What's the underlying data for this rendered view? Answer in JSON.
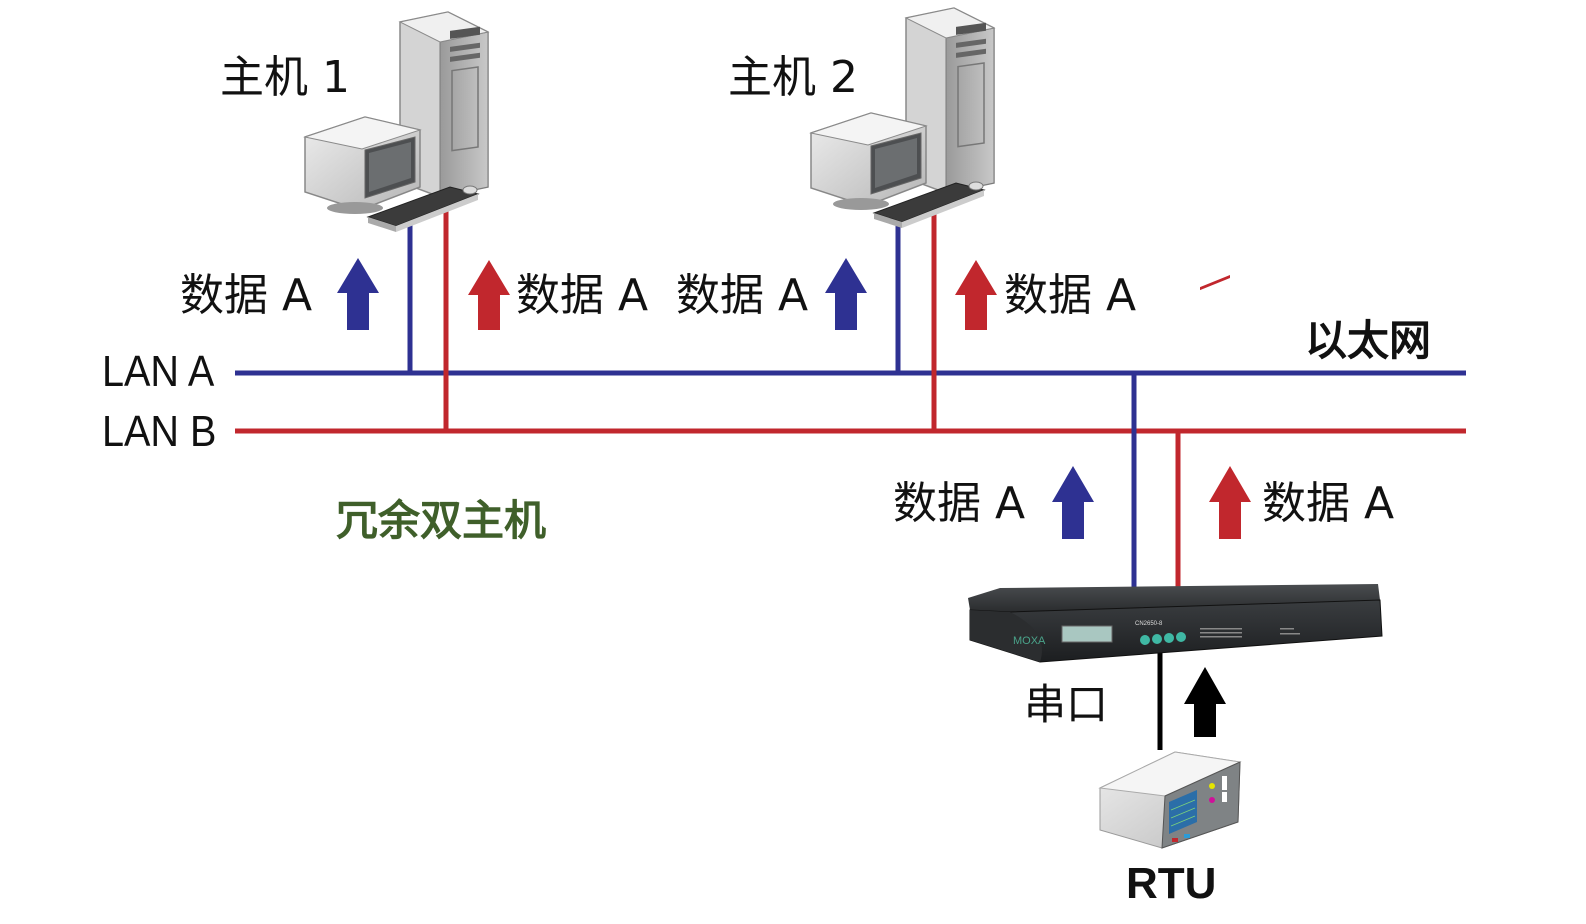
{
  "colors": {
    "lan_a": "#2e3192",
    "lan_b": "#c1272d",
    "serial": "#000000",
    "caption_green": "#3f5f2a"
  },
  "network": {
    "label": "以太网",
    "lan_a_label": "LAN A",
    "lan_b_label": "LAN B"
  },
  "hosts": [
    {
      "title": "主机 1",
      "icon": "desktop-computer-icon"
    },
    {
      "title": "主机 2",
      "icon": "desktop-computer-icon"
    }
  ],
  "flow_labels": {
    "host1_lan_a": "数据 A",
    "host1_lan_b": "数据 A",
    "host2_lan_a": "数据 A",
    "host2_lan_b": "数据 A",
    "server_lan_a": "数据 A",
    "server_lan_b": "数据 A"
  },
  "caption": "冗余双主机",
  "device_server": {
    "brand": "MOXA",
    "model": "CN2650-8",
    "icon": "serial-device-server-icon"
  },
  "serial": {
    "label": "串口"
  },
  "rtu": {
    "label": "RTU",
    "icon": "rtu-device-icon"
  }
}
